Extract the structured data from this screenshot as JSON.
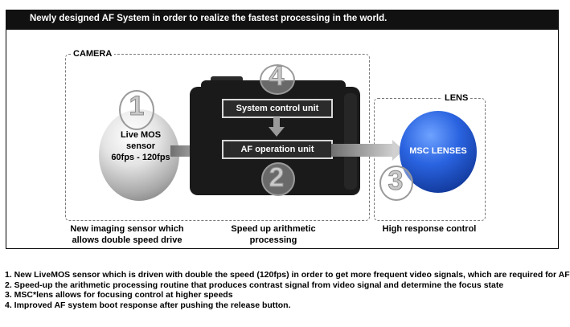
{
  "header": {
    "title": "Newly designed AF System in order to realize the fastest processing in the world."
  },
  "groups": {
    "camera_label": "CAMERA",
    "lens_label": "LENS"
  },
  "sensor": {
    "line1": "Live MOS",
    "line2": "sensor",
    "line3": "60fps - 120fps",
    "color": "#b0b0b0"
  },
  "units": {
    "system_control": "System control unit",
    "af_operation": "AF operation unit"
  },
  "lens": {
    "label": "MSC LENSES",
    "color": "#2a63e0"
  },
  "step_numbers": [
    "1",
    "2",
    "3",
    "4"
  ],
  "captions": {
    "sensor": [
      "New imaging sensor which",
      "allows double speed drive"
    ],
    "processing": [
      "Speed up arithmetic",
      "processing"
    ],
    "lens": [
      "High response control"
    ]
  },
  "notes": [
    "1. New LiveMOS sensor which is driven with double the speed (120fps) in order to get  more frequent video signals, which are required for AF",
    "2. Speed-up the arithmetic processing routine that produces contrast signal from video signal and determine the focus state",
    "3. MSC*lens allows for focusing control at higher speeds",
    "4. Improved AF system boot response after pushing the release button."
  ]
}
